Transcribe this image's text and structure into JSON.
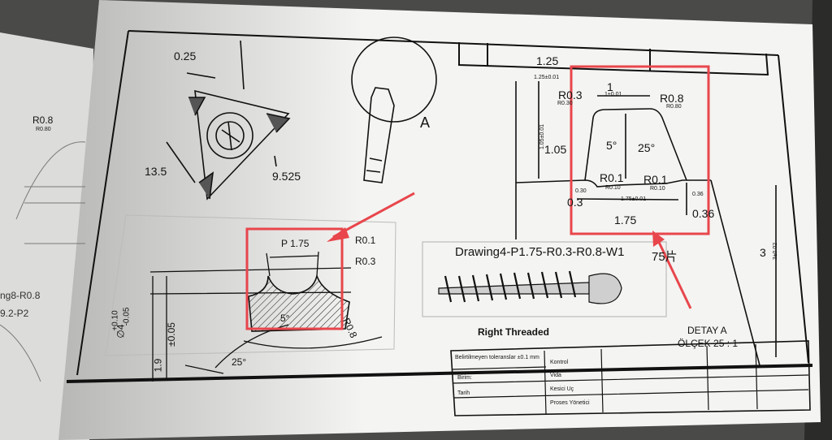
{
  "drawing": {
    "title": "Drawing4-P1.75-R0.3-R0.8-W1",
    "qty": "75片",
    "right_threaded": "Right Threaded",
    "view_letter": "A",
    "detail_label": "DETAY A",
    "scale_label": "ÖLÇEK 25 : 1"
  },
  "insert": {
    "dim_025": "0.25",
    "dim_135": "13.5",
    "dim_9525": "9.525"
  },
  "thread_section": {
    "pitch": "P 1.75",
    "r01": "R0.1",
    "r03": "R0.3",
    "angle5": "5°",
    "r08": "R0.8",
    "angle25": "25°",
    "dia": "∅4",
    "dia_plus": "+0.10",
    "dia_minus": "-0.05",
    "d19": "1.9",
    "d19_tol": "±0.05"
  },
  "detail": {
    "top": "1.25",
    "top_tol": "1.25±0.01",
    "w1": "1",
    "w1_tol": "1±0.01",
    "r03": "R0.3",
    "r03_tol": "R0.30",
    "r08": "R0.8",
    "r08_tol": "R0.80",
    "h105": "1.05",
    "h105_tol": "1.05±0.01",
    "a5": "5°",
    "a25": "25°",
    "r01a": "R0.1",
    "r01a_tol": "R0.10",
    "r01b": "R0.1",
    "r01b_tol": "R0.10",
    "d03": "0.3",
    "d03_tol": "0.30",
    "b175_tol": "1.75±0.01",
    "b175": "1.75",
    "d036": "0.36",
    "d036_tol": "0.36",
    "h3": "3",
    "h3_tol": "3±0.02"
  },
  "left_sheet": {
    "r08": "R0.8",
    "r08_tol": "R0.80",
    "frag1": "ng8-R0.8",
    "frag2": "9.2-P2"
  },
  "title_block": {
    "note": "Belirtilmeyen toleranslar ±0.1 mm",
    "approved": "Kontrol",
    "viewed": "Vida",
    "brand": "Birim:",
    "material": "Kesici Uç",
    "date": "Tarih",
    "project": "Proses Yönetici"
  },
  "colors": {
    "highlight": "#e8464c",
    "paper": "#f4f4f2",
    "ink": "#141414"
  }
}
